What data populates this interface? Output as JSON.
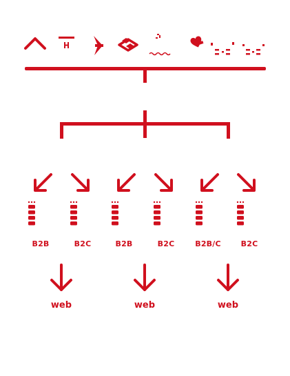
{
  "accent": "#d0101e",
  "icons": [
    {
      "name": "caret-up-icon"
    },
    {
      "name": "hotel-h-icon"
    },
    {
      "name": "airplane-icon"
    },
    {
      "name": "dropbox-icon"
    },
    {
      "name": "wave-signal-icon"
    },
    {
      "name": "heart-tag-icon"
    },
    {
      "name": "dots-pattern-icon"
    },
    {
      "name": "dots-pattern-icon"
    }
  ],
  "nodes": [
    {
      "label": "B2B"
    },
    {
      "label": "B2C"
    },
    {
      "label": "B2B"
    },
    {
      "label": "B2C"
    },
    {
      "label": "B2B/C"
    },
    {
      "label": "B2C"
    }
  ],
  "outputs": [
    {
      "label": "web"
    },
    {
      "label": "web"
    },
    {
      "label": "web"
    }
  ]
}
